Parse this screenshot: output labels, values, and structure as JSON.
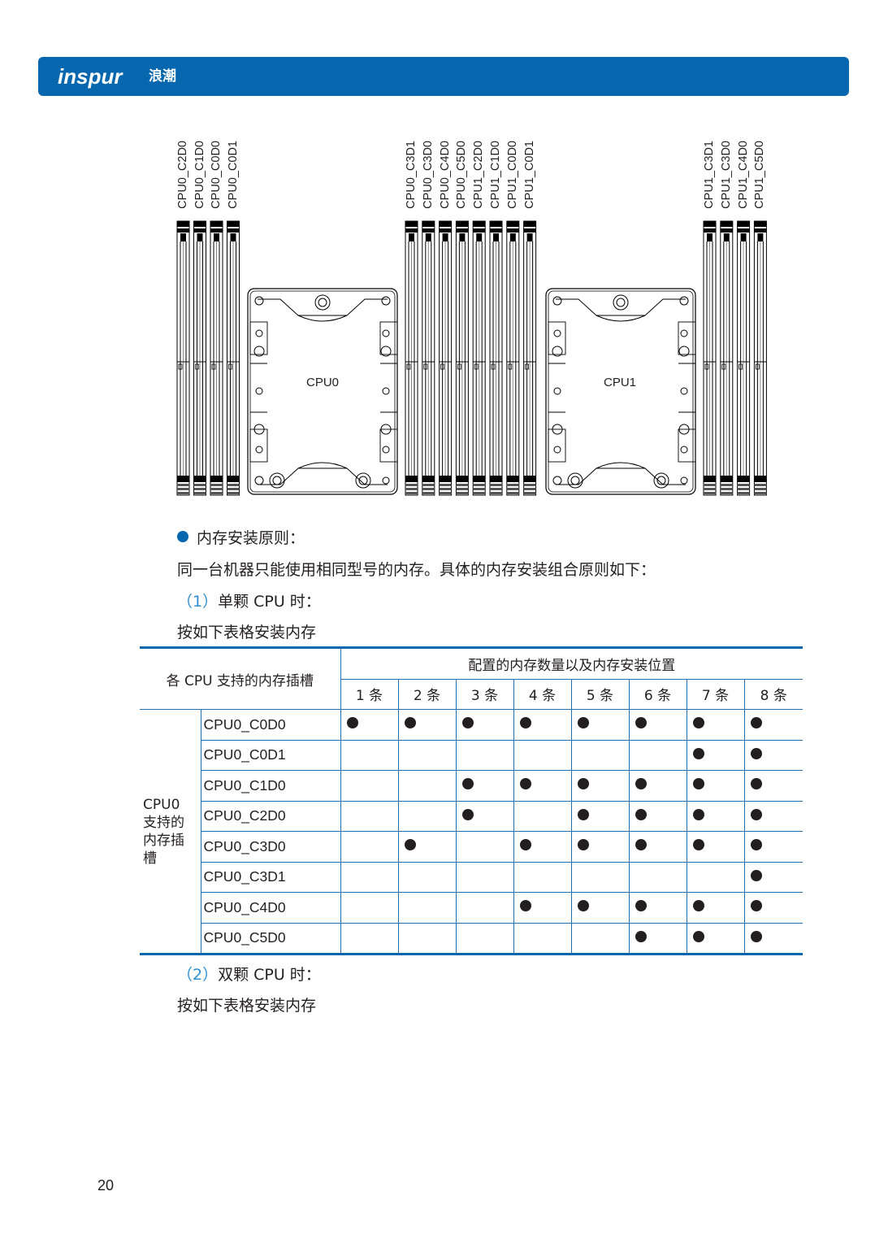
{
  "header": {
    "logo_text": "inspur",
    "logo_cn": "浪潮"
  },
  "diagram": {
    "cpu0_label": "CPU0",
    "cpu1_label": "CPU1",
    "slot_labels_group1": [
      "CPU0_C2D0",
      "CPU0_C1D0",
      "CPU0_C0D0",
      "CPU0_C0D1"
    ],
    "slot_labels_group2": [
      "CPU0_C3D1",
      "CPU0_C3D0",
      "CPU0_C4D0",
      "CPU0_C5D0",
      "CPU1_C2D0",
      "CPU1_C1D0",
      "CPU1_C0D0",
      "CPU1_C0D1"
    ],
    "slot_labels_group3": [
      "CPU1_C3D1",
      "CPU1_C3D0",
      "CPU1_C4D0",
      "CPU1_C5D0"
    ]
  },
  "content": {
    "bullet_title": "内存安装原则：",
    "rule_text": "同一台机器只能使用相同型号的内存。具体的内存安装组合原则如下：",
    "case1_num": "（1）",
    "case1_text": "单颗 CPU 时：",
    "case1_instruction": "按如下表格安装内存",
    "case2_num": "（2）",
    "case2_text": "双颗 CPU 时：",
    "case2_instruction": "按如下表格安装内存"
  },
  "table": {
    "header_slots": "各 CPU 支持的内存插槽",
    "header_config": "配置的内存数量以及内存安装位置",
    "counts": [
      "1 条",
      "2 条",
      "3 条",
      "4 条",
      "5 条",
      "6 条",
      "7 条",
      "8 条"
    ],
    "group_label_lines": [
      "CPU0",
      "支持的",
      "内存插",
      "槽"
    ],
    "rows": [
      {
        "slot": "CPU0_C0D0",
        "filled": [
          1,
          1,
          1,
          1,
          1,
          1,
          1,
          1
        ]
      },
      {
        "slot": "CPU0_C0D1",
        "filled": [
          0,
          0,
          0,
          0,
          0,
          0,
          1,
          1
        ]
      },
      {
        "slot": "CPU0_C1D0",
        "filled": [
          0,
          0,
          1,
          1,
          1,
          1,
          1,
          1
        ]
      },
      {
        "slot": "CPU0_C2D0",
        "filled": [
          0,
          0,
          1,
          0,
          1,
          1,
          1,
          1
        ]
      },
      {
        "slot": "CPU0_C3D0",
        "filled": [
          0,
          1,
          0,
          1,
          1,
          1,
          1,
          1
        ]
      },
      {
        "slot": "CPU0_C3D1",
        "filled": [
          0,
          0,
          0,
          0,
          0,
          0,
          0,
          1
        ]
      },
      {
        "slot": "CPU0_C4D0",
        "filled": [
          0,
          0,
          0,
          1,
          1,
          1,
          1,
          1
        ]
      },
      {
        "slot": "CPU0_C5D0",
        "filled": [
          0,
          0,
          0,
          0,
          0,
          1,
          1,
          1
        ]
      }
    ]
  },
  "footer": {
    "page_number": "20"
  },
  "colors": {
    "brand_blue": "#0667ae",
    "accent_blue": "#2e8fd0",
    "table_line": "#1f6fb2"
  }
}
